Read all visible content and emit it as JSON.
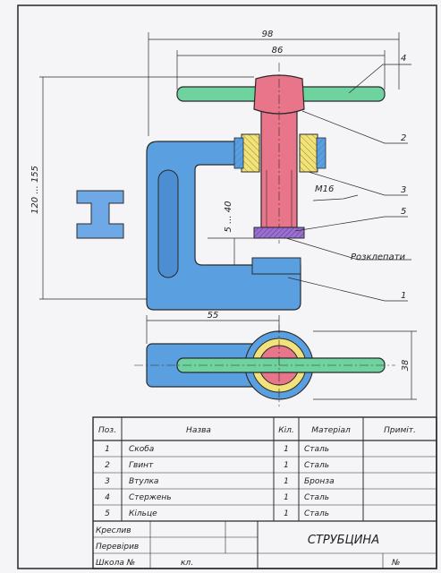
{
  "dimensions": {
    "overall_width": "98",
    "handle_width": "86",
    "height_range": "120 ... 155",
    "gap_range": "5 ... 40",
    "thread": "M16",
    "base_length": "55",
    "ring_diameter": "38"
  },
  "callouts": {
    "c4": "4",
    "c2": "2",
    "c3": "3",
    "c5": "5",
    "c1": "1",
    "note": "Розклепати"
  },
  "colors": {
    "frame": "#5a9fe0",
    "screw": "#e9758a",
    "handle": "#6fd3a0",
    "bushing": "#f2e27a",
    "ring": "#9b6fd1",
    "clamp_section": "#6fa8e6",
    "lines": "#2a2a2a"
  },
  "table": {
    "headers": {
      "pos": "Поз.",
      "name": "Назва",
      "qty": "Кіл.",
      "material": "Матеріал",
      "note": "Приміт."
    },
    "rows": [
      {
        "pos": "1",
        "name": "Скоба",
        "qty": "1",
        "material": "Сталь"
      },
      {
        "pos": "2",
        "name": "Гвинт",
        "qty": "1",
        "material": "Сталь"
      },
      {
        "pos": "3",
        "name": "Втулка",
        "qty": "1",
        "material": "Бронза"
      },
      {
        "pos": "4",
        "name": "Стержень",
        "qty": "1",
        "material": "Сталь"
      },
      {
        "pos": "5",
        "name": "Кільце",
        "qty": "1",
        "material": "Сталь"
      }
    ]
  },
  "title_block": {
    "drew": "Креслив",
    "checked": "Перевірив",
    "school": "Школа №",
    "class": "кл.",
    "title": "СТРУБЦИНА",
    "number": "№"
  }
}
